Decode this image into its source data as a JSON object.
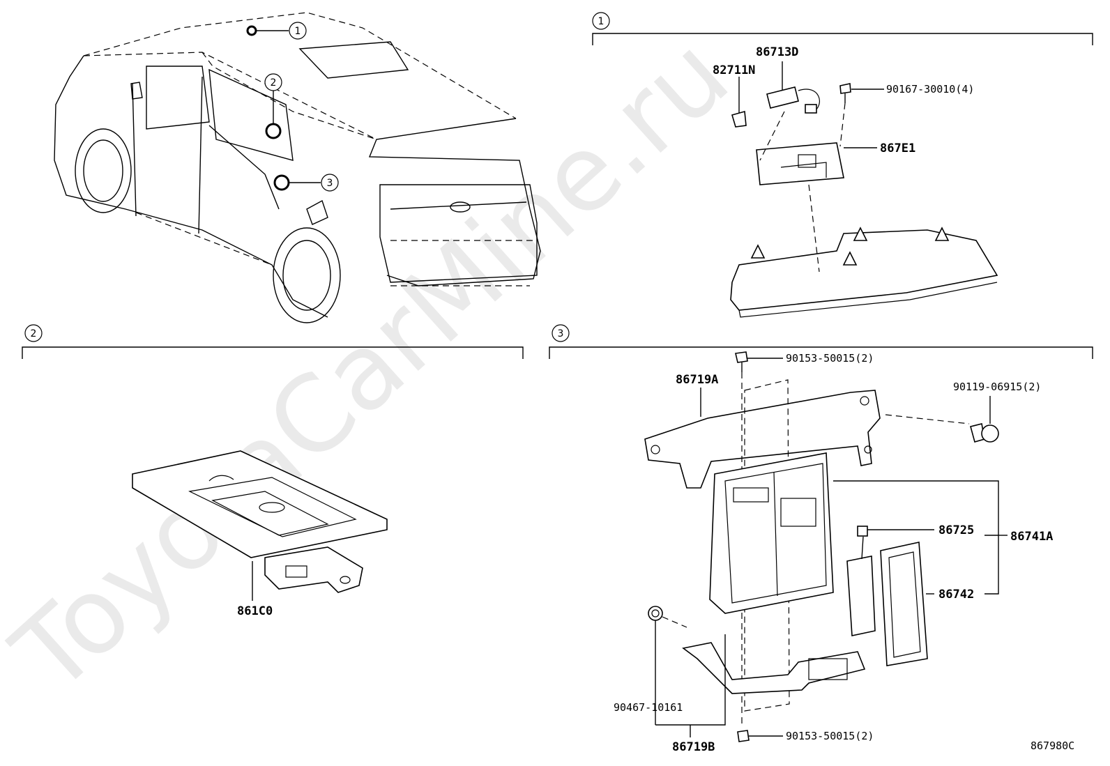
{
  "watermark": "ToyotaCarMine.ru",
  "diagram_ref": "867980C",
  "view_markers": {
    "v1": "1",
    "v2": "2",
    "v3": "3"
  },
  "section1": {
    "marker": "1",
    "labels": {
      "p86713D": "86713D",
      "p82711N": "82711N",
      "p90167": "90167-30010(4)",
      "p867E1": "867E1"
    }
  },
  "section2": {
    "marker": "2",
    "labels": {
      "p861C0": "861C0"
    }
  },
  "section3": {
    "marker": "3",
    "labels": {
      "p90153_top": "90153-50015(2)",
      "p86719A": "86719A",
      "p90119": "90119-06915(2)",
      "p86725": "86725",
      "p86741A": "86741A",
      "p86742": "86742",
      "p90467": "90467-10161",
      "p86719B": "86719B",
      "p90153_bot": "90153-50015(2)"
    }
  }
}
